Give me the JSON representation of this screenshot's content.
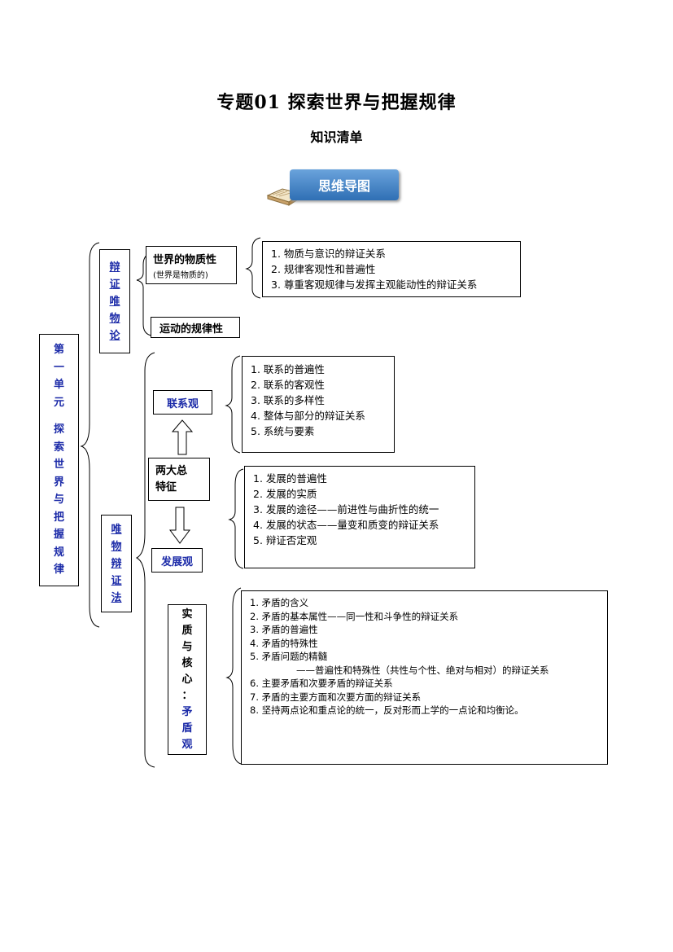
{
  "header": {
    "title": "专题01  探索世界与把握规律",
    "subtitle": "知识清单",
    "banner": "思维导图"
  },
  "map": {
    "root": [
      "第",
      "一",
      "单",
      "元",
      "",
      "探",
      "索",
      "世",
      "界",
      "与",
      "把",
      "握",
      "规",
      "律"
    ],
    "bianzheng": [
      "辩",
      "证",
      "唯",
      "物",
      "论"
    ],
    "weiwu": [
      "唯",
      "物",
      "辩",
      "证",
      "法"
    ],
    "wuzhi": {
      "label": "世界的物质性",
      "note": "(世界是物质的)"
    },
    "wuzhi_items": [
      "1. 物质与意识的辩证关系",
      "2. 规律客观性和普遍性",
      "3. 尊重客观规律与发挥主观能动性的辩证关系"
    ],
    "yundong": "运动的规律性",
    "lianxi": "联系观",
    "lianxi_items": [
      "1. 联系的普遍性",
      "2. 联系的客观性",
      "3. 联系的多样性",
      "4. 整体与部分的辩证关系",
      "5. 系统与要素"
    ],
    "liangda": [
      "两大总",
      "特征"
    ],
    "fazhan": "发展观",
    "fazhan_items": [
      "1. 发展的普遍性",
      "2. 发展的实质",
      "3. 发展的途径——前进性与曲折性的统一",
      "4. 发展的状态——量变和质变的辩证关系",
      "5. 辩证否定观"
    ],
    "shizhi": [
      "实",
      "质",
      "与",
      "核",
      "心",
      "：",
      "矛",
      "盾",
      "观"
    ],
    "maodun_items": [
      "1. 矛盾的含义",
      "2. 矛盾的基本属性——同一性和斗争性的辩证关系",
      "3. 矛盾的普遍性",
      "4. 矛盾的特殊性",
      "5. 矛盾问题的精髓",
      "——普遍性和特殊性（共性与个性、绝对与相对）的辩证关系",
      "6. 主要矛盾和次要矛盾的辩证关系",
      "7. 矛盾的主要方面和次要方面的辩证关系",
      "8. 坚持两点论和重点论的统一，反对形而上学的一点论和均衡论。"
    ]
  }
}
